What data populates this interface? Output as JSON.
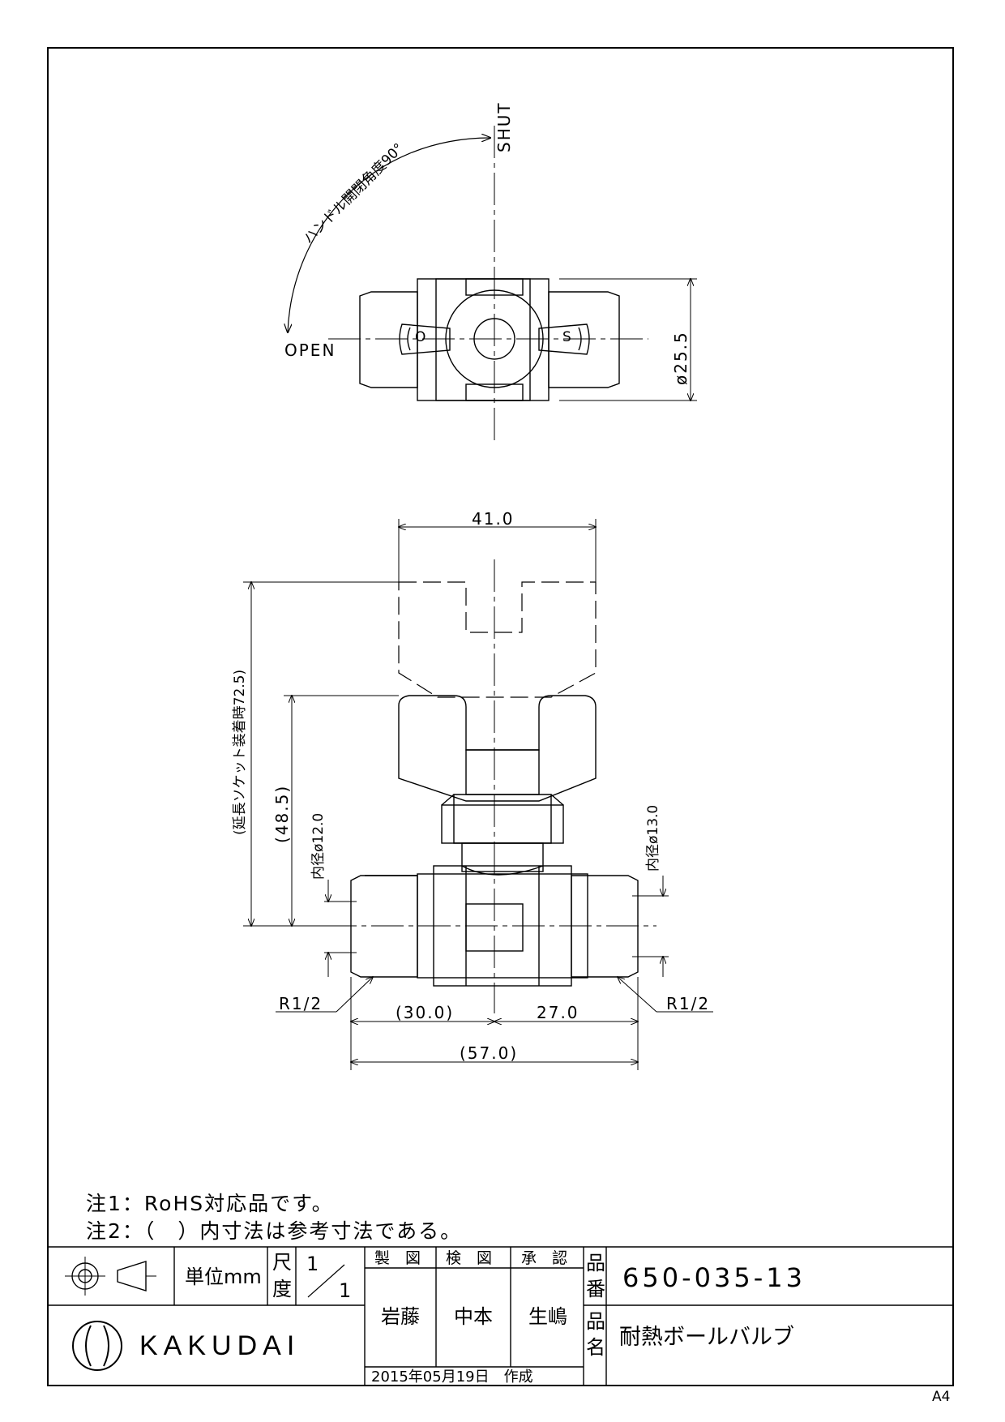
{
  "drawing": {
    "top_view": {
      "shut_label": "SHUT",
      "open_label": "OPEN",
      "angle_label": "ハンドル開閉角度90°",
      "diameter_label": "ø25.5",
      "handle_left_mark": "O",
      "handle_right_mark": "S"
    },
    "front_view": {
      "width_dim": "41.0",
      "ext_height_dim": "(延長ソケット装着時72.5)",
      "height_dim": "(48.5)",
      "inner_left_dim": "内径ø12.0",
      "inner_right_dim": "内径ø13.0",
      "thread_left": "R1/2",
      "thread_right": "R1/2",
      "left_len_dim": "(30.0)",
      "right_len_dim": "27.0",
      "total_len_dim": "(57.0)"
    }
  },
  "notes": {
    "note1": "注1：RoHS対応品です。",
    "note2": "注2：（　）内寸法は参考寸法である。"
  },
  "title_block": {
    "unit_label": "単位mm",
    "scale_label_1": "尺",
    "scale_label_2": "度",
    "scale_num": "1",
    "scale_den": "1",
    "made_header": "製　図",
    "check_header": "検　図",
    "approve_header": "承　認",
    "made_by": "岩藤",
    "checked_by": "中本",
    "approved_by": "生嶋",
    "date": "2015年05月19日　作成",
    "part_no_label_1": "品",
    "part_no_label_2": "番",
    "part_no": "650-035-13",
    "name_label_1": "品",
    "name_label_2": "名",
    "part_name": "耐熱ボールバルブ",
    "logo_text": "KAKUDAI",
    "paper_size": "A4"
  }
}
